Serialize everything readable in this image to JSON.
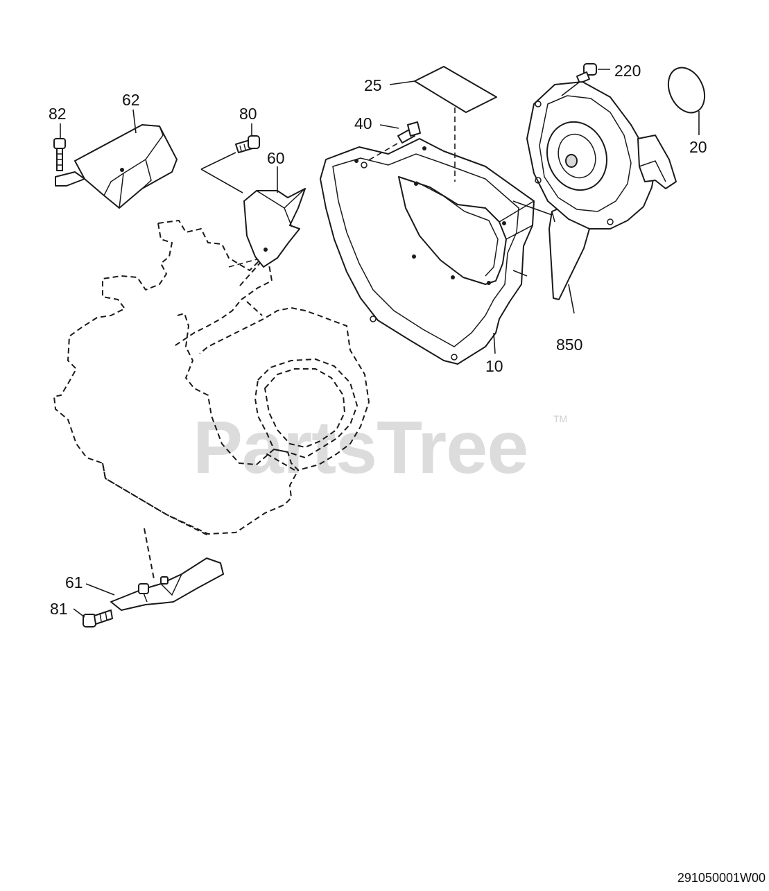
{
  "watermark": {
    "text": "PartsTree",
    "trademark": "TM"
  },
  "diagram_code": "291050001W00",
  "callouts": [
    {
      "id": "c82",
      "label": "82"
    },
    {
      "id": "c62",
      "label": "62"
    },
    {
      "id": "c80",
      "label": "80"
    },
    {
      "id": "c60",
      "label": "60"
    },
    {
      "id": "c25",
      "label": "25"
    },
    {
      "id": "c40",
      "label": "40"
    },
    {
      "id": "c220",
      "label": "220"
    },
    {
      "id": "c20",
      "label": "20"
    },
    {
      "id": "c850",
      "label": "850"
    },
    {
      "id": "c10",
      "label": "10"
    },
    {
      "id": "c61",
      "label": "61"
    },
    {
      "id": "c81",
      "label": "81"
    }
  ]
}
